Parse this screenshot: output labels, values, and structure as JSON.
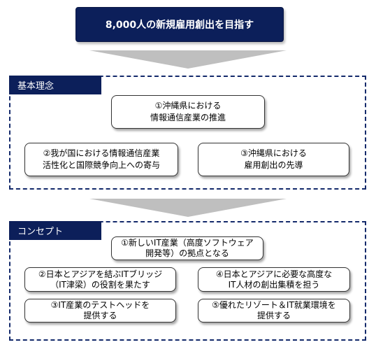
{
  "goal": "8,000人の新規雇用創出を目指す",
  "basic": {
    "label": "基本理念",
    "items": [
      {
        "line1": "①沖縄県における",
        "line2": "情報通信産業の推進"
      },
      {
        "line1": "②我が国における情報通信産業",
        "line2": "活性化と国際競争向上への寄与"
      },
      {
        "line1": "③沖縄県における",
        "line2": "雇用創出の先導"
      }
    ]
  },
  "concept": {
    "label": "コンセプト",
    "items": [
      {
        "line1": "①新しいIT産業（高度ソフトウェア",
        "line2": "開発等）の拠点となる"
      },
      {
        "line1": "②日本とアジアを結ぶITブリッジ",
        "line2": "（IT津梁）の役割を果たす"
      },
      {
        "line1": "④日本とアジアに必要な高度な",
        "line2": "IT人材の創出集積を担う"
      },
      {
        "line1": "③IT産業のテストヘッドを",
        "line2": "提供する"
      },
      {
        "line1": "⑤優れたリゾート＆IT就業環境を",
        "line2": "提供する"
      }
    ]
  },
  "colors": {
    "navy": "#0c1f5a",
    "arrow": "#bfbfbf"
  }
}
